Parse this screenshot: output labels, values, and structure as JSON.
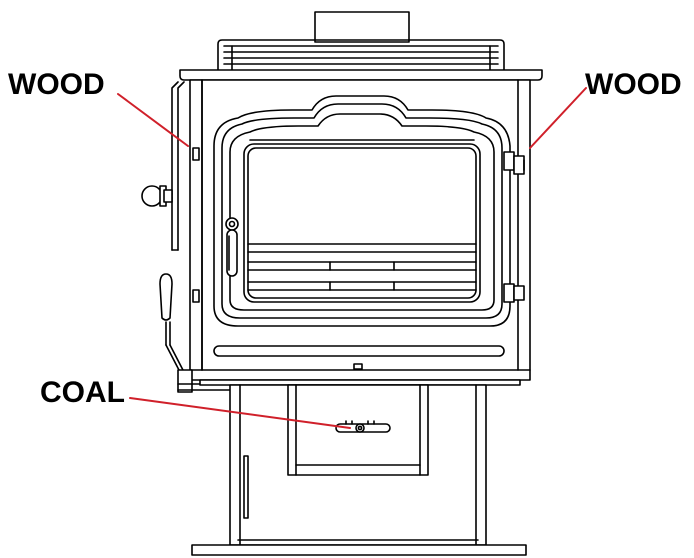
{
  "labels": {
    "wood_left": "WOOD",
    "wood_right": "WOOD",
    "coal": "COAL"
  },
  "colors": {
    "line": "#000000",
    "leader": "#d0202a",
    "background": "#ffffff"
  }
}
